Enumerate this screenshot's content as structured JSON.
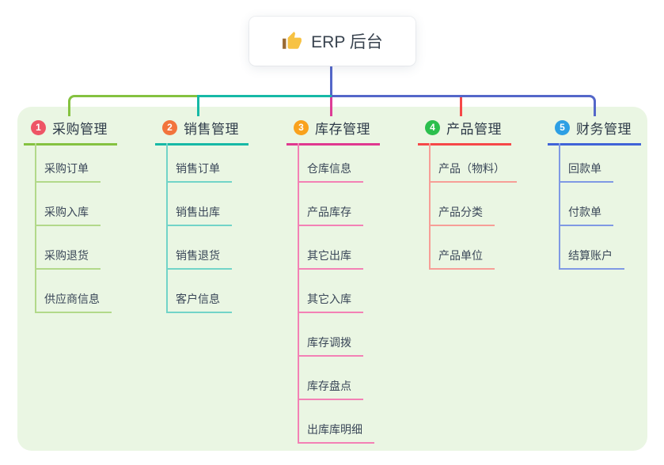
{
  "root": {
    "label": "ERP 后台",
    "icon": "thumbs-up-icon"
  },
  "colors": {
    "panel_background": "#eaf6e3",
    "trunk_blue": "#5467c9",
    "root_text": "#39434f",
    "child_text": "#3a4758"
  },
  "branches": [
    {
      "number": "1",
      "title": "采购管理",
      "badge_color": "#ee5566",
      "line_color": "#85c240",
      "child_line_color": "#b2d98a",
      "children": [
        "采购订单",
        "采购入库",
        "采购退货",
        "供应商信息"
      ]
    },
    {
      "number": "2",
      "title": "销售管理",
      "badge_color": "#f2743c",
      "line_color": "#16b9a6",
      "child_line_color": "#72d4c8",
      "children": [
        "销售订单",
        "销售出库",
        "销售退货",
        "客户信息"
      ]
    },
    {
      "number": "3",
      "title": "库存管理",
      "badge_color": "#f9a21d",
      "line_color": "#e0388f",
      "drop_color": "#dd3d96",
      "child_line_color": "#f381b5",
      "children": [
        "仓库信息",
        "产品库存",
        "其它出库",
        "其它入库",
        "库存调拨",
        "库存盘点",
        "出库库明细"
      ]
    },
    {
      "number": "4",
      "title": "产品管理",
      "badge_color": "#2bbf4d",
      "line_color": "#f64848",
      "child_line_color": "#f79e97",
      "children": [
        "产品（物料）",
        "产品分类",
        "产品单位"
      ]
    },
    {
      "number": "5",
      "title": "财务管理",
      "badge_color": "#2d9fe4",
      "line_color": "#4063d8",
      "child_line_color": "#7f99e4",
      "children": [
        "回款单",
        "付款单",
        "结算账户"
      ]
    }
  ]
}
